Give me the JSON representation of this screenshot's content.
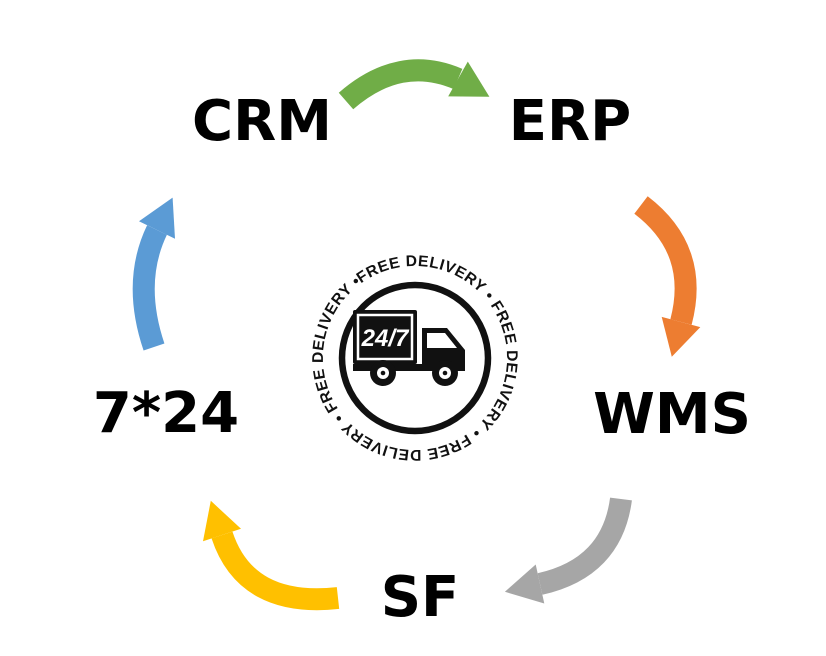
{
  "diagram": {
    "nodes": [
      {
        "id": "crm",
        "label": "CRM"
      },
      {
        "id": "erp",
        "label": "ERP"
      },
      {
        "id": "wms",
        "label": "WMS"
      },
      {
        "id": "sf",
        "label": "SF"
      },
      {
        "id": "seven-24",
        "label": "7*24"
      }
    ],
    "arrows": [
      {
        "from": "CRM",
        "to": "ERP",
        "color": "#70AD47"
      },
      {
        "from": "ERP",
        "to": "WMS",
        "color": "#ED7D31"
      },
      {
        "from": "WMS",
        "to": "SF",
        "color": "#A6A6A6"
      },
      {
        "from": "SF",
        "to": "7*24",
        "color": "#FFC000"
      },
      {
        "from": "7*24",
        "to": "CRM",
        "color": "#5B9BD5"
      }
    ],
    "badge": {
      "ring_text": "FREE DELIVERY • FREE DELIVERY • FREE DELIVERY • FREE DELIVERY • ",
      "truck_label": "24/7"
    }
  }
}
